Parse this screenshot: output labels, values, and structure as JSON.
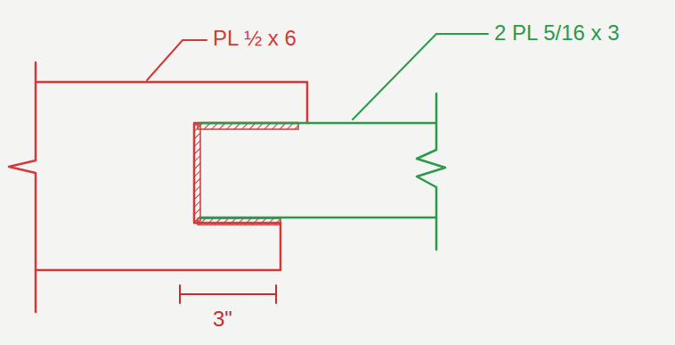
{
  "diagram": {
    "labels": [
      "PL ½ x 6",
      "2 PL 5/16 x 3",
      "3\""
    ]
  }
}
